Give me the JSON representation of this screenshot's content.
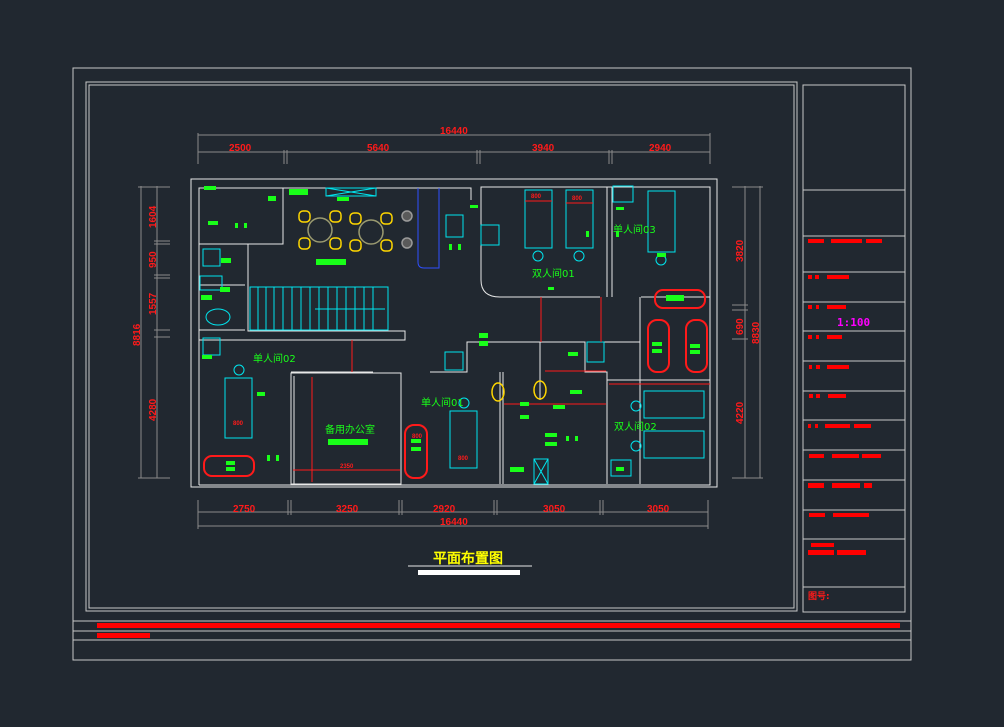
{
  "drawing": {
    "title": "平面布置图",
    "scale": "1:100",
    "drawing_no_label": "图号:"
  },
  "dimensions": {
    "top_total": "16440",
    "top_segments": [
      "2500",
      "5640",
      "3940",
      "2940"
    ],
    "bottom_segments": [
      "2750",
      "3250",
      "2920",
      "3050",
      "3050"
    ],
    "bottom_total": "16440",
    "left_segments": [
      "1604",
      "950",
      "1557",
      "4280"
    ],
    "left_total": "8816",
    "right_segments": [
      "3820",
      "690",
      "4220"
    ],
    "right_total": "8830"
  },
  "rooms": {
    "single_03": "单人间03",
    "double_01": "双人间01",
    "single_02": "单人间02",
    "single_01": "单人间01",
    "spare_office": "备用办公室",
    "double_02": "双人间02"
  },
  "inner_dims": {
    "bed_a": "800",
    "bed_b": "800",
    "bed_c": "800",
    "bed_d": "800",
    "office_width": "2350",
    "bed_e": "800"
  },
  "colors": {
    "background": "#212830",
    "wall": "#ffffff",
    "fixture": "#00e5ee",
    "dimension_text": "#ff1a1a",
    "room_label": "#19ff19",
    "furniture": "#ffd700",
    "scale_text": "#ff00ff"
  }
}
